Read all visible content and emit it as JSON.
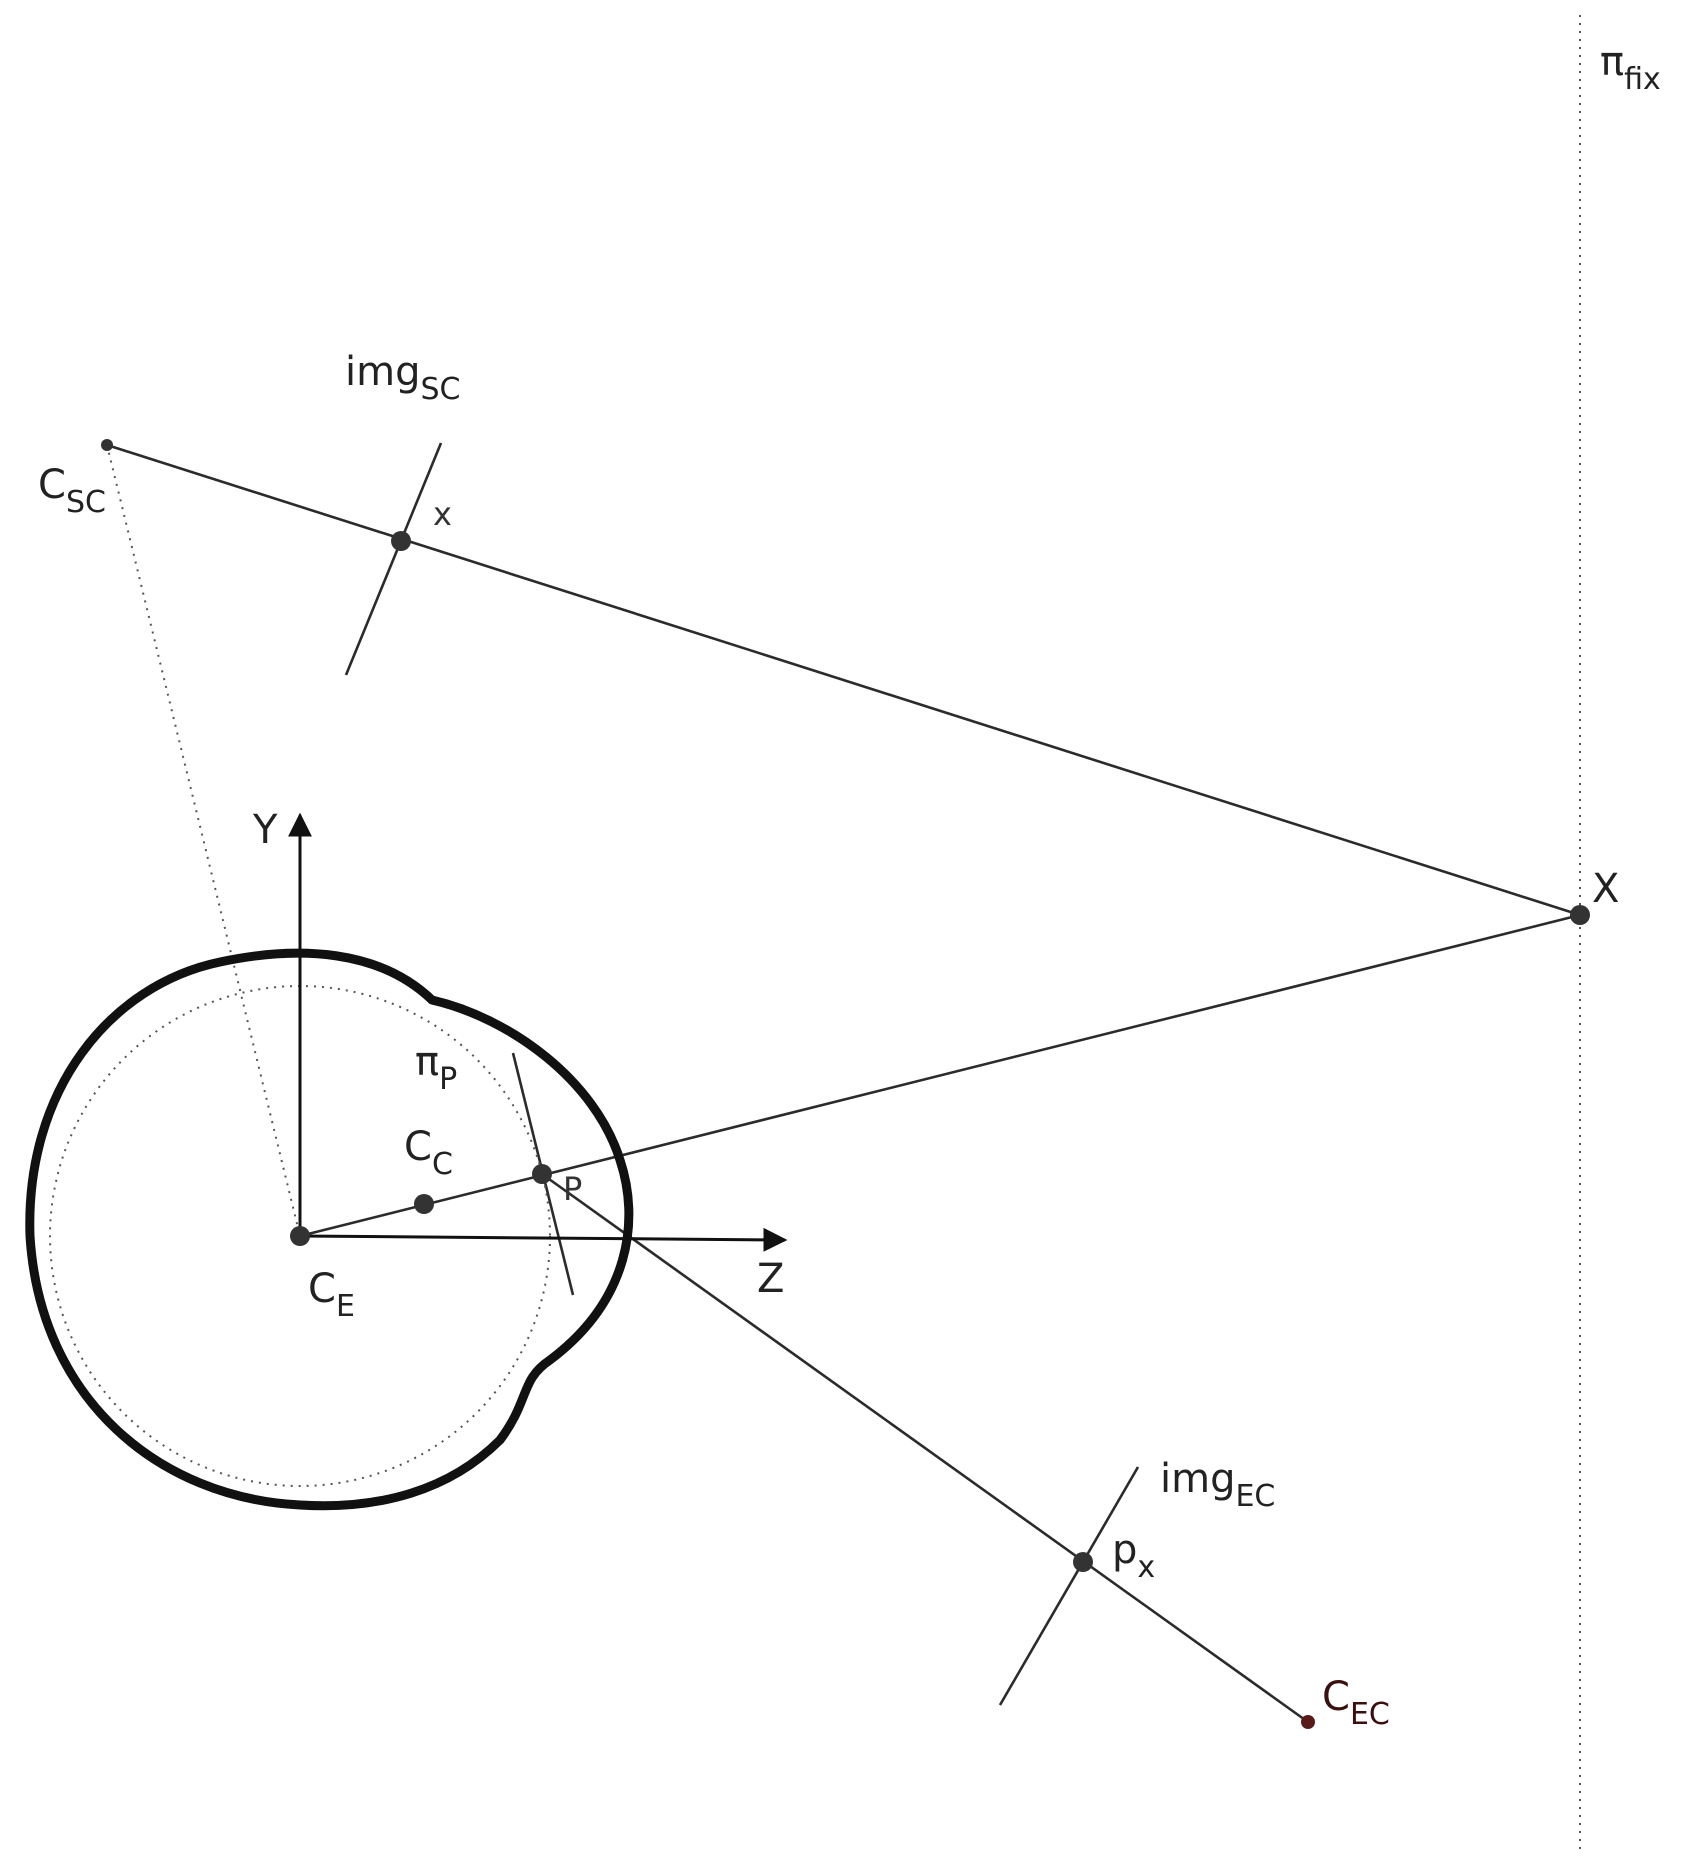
{
  "labels": {
    "pi_fix": {
      "main": "π",
      "sub": "fix"
    },
    "img_sc": {
      "main": "img",
      "sub": "SC"
    },
    "c_sc": {
      "main": "C",
      "sub": "SC"
    },
    "x_small": "x",
    "X_big": "X",
    "y_axis": "Y",
    "z_axis": "Z",
    "pi_p": {
      "main": "π",
      "sub": "P"
    },
    "c_c": {
      "main": "C",
      "sub": "C"
    },
    "p": "P",
    "c_e": {
      "main": "C",
      "sub": "E"
    },
    "img_ec": {
      "main": "img",
      "sub": "EC"
    },
    "p_x": {
      "main": "p",
      "sub": "x"
    },
    "c_ec": {
      "main": "C",
      "sub": "EC"
    }
  },
  "colors": {
    "c_ec_label": "#3a0f0f",
    "c_ec_point": "#5a1a1a"
  }
}
